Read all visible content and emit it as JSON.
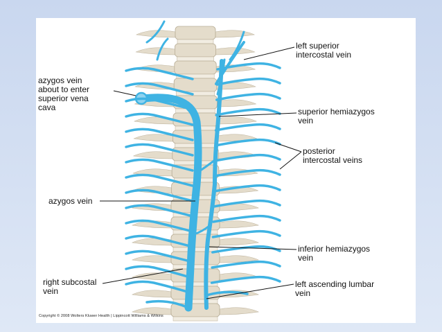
{
  "labels": {
    "azygos_enter": "azygos vein\nabout to enter\nsuperior vena\ncava",
    "azygos": "azygos vein",
    "right_subcostal": "right subcostal\nvein",
    "left_superior_intercostal": "left superior\nintercostal vein",
    "superior_hemiazygos": "superior hemiazygos\nvein",
    "posterior_intercostal": "posterior\nintercostal veins",
    "inferior_hemiazygos": "inferior hemiazygos\nvein",
    "left_ascending_lumbar": "left ascending lumbar\nvein"
  },
  "copyright": "Copyright © 2008 Wolters Kluwer Health | Lippincott Williams & Wilkins",
  "colors": {
    "vein": "#3fb3e3",
    "vertebra": "#e4dccb",
    "vertebra_edge": "#b9ae97",
    "background": "#c9d7ef"
  }
}
